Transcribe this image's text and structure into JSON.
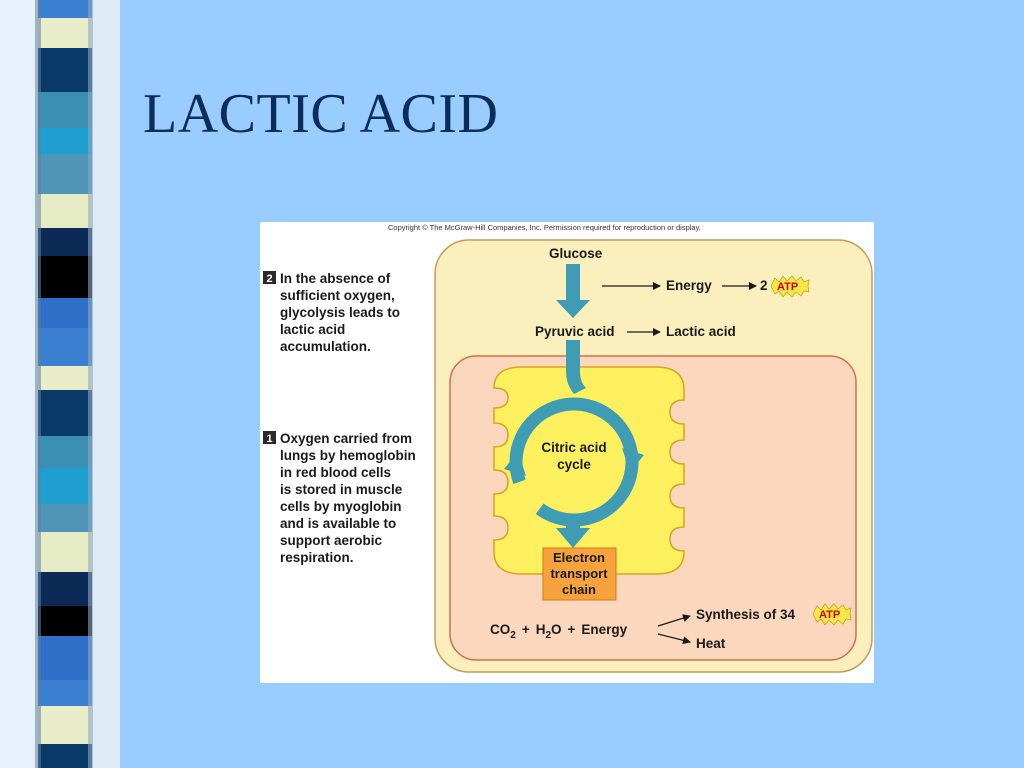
{
  "slide": {
    "title": "LACTIC ACID"
  },
  "colors": {
    "background": "#99ccff",
    "title": "#0c2d5a",
    "cell_outer": "#fcefbe",
    "cell_inner": "#fbd8bd",
    "mitochondrion": "#fdf05e",
    "arrow_teal": "#3e9db5",
    "etc_box": "#f5a33a",
    "atp_burst": "#f7e84a"
  },
  "figure": {
    "copyright": "Copyright © The McGraw-Hill Companies, Inc. Permission required for reproduction or display.",
    "nodes": {
      "glucose": "Glucose",
      "energy": "Energy",
      "two_atp_count": "2",
      "pyruvic_acid": "Pyruvic acid",
      "lactic_acid": "Lactic acid",
      "citric_acid_cycle": [
        "Citric acid",
        "cycle"
      ],
      "electron_transport_chain": [
        "Electron",
        "transport",
        "chain"
      ],
      "co2": "CO",
      "co2_sub": "2",
      "plus1": "+",
      "h2o_h": "H",
      "h2o_sub": "2",
      "h2o_o": "O",
      "plus2": "+",
      "energy2": "Energy",
      "synthesis": "Synthesis of 34",
      "heat": "Heat",
      "atp": "ATP"
    },
    "steps": [
      {
        "number": "2",
        "lines": [
          "In the absence of",
          "sufficient oxygen,",
          "glycolysis leads to",
          "lactic acid",
          "accumulation."
        ]
      },
      {
        "number": "1",
        "lines": [
          "Oxygen carried from",
          "lungs by hemoglobin",
          "in red blood cells",
          "is stored in muscle",
          "cells by myoglobin",
          "and is available to",
          "support aerobic",
          "respiration."
        ]
      }
    ]
  }
}
